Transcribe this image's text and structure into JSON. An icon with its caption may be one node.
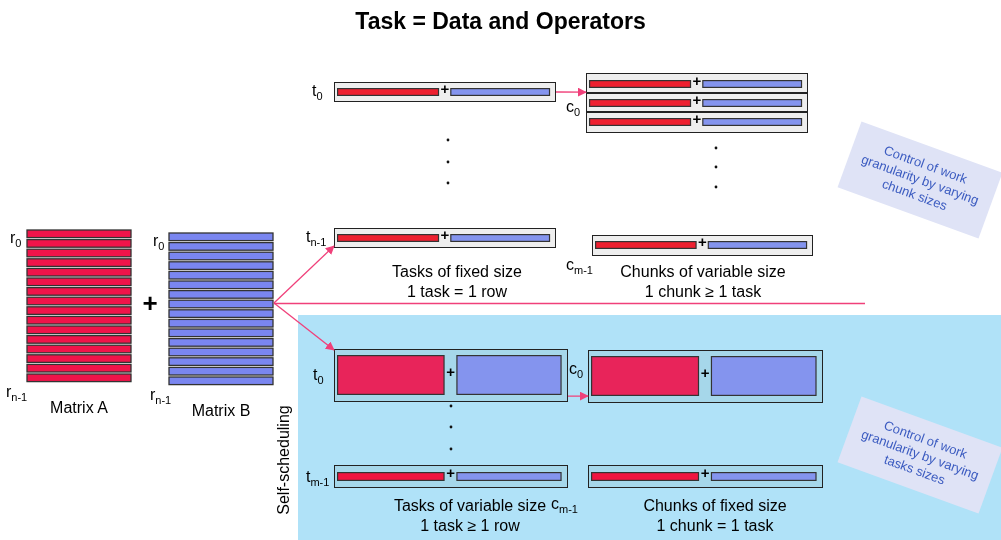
{
  "diagram": {
    "title": "Task = Data and Operators",
    "nodes": [
      {
        "text": [
          "Matrix A"
        ],
        "beside": [
          "r$_{0}$",
          "r$_{n-1}$"
        ]
      },
      {
        "text": [
          "Matrix B"
        ],
        "beside": [
          "r$_{0}$",
          "r$_{n-1}$"
        ]
      },
      {
        "text": [
          "+"
        ],
        "beside": [
          "t$_{0}$"
        ]
      },
      {
        "text": [
          "+"
        ],
        "beside": [
          "t$_{n-1}$",
          "Tasks of fixed size",
          "1 task = 1 row"
        ]
      },
      {
        "text": [
          "+",
          "+",
          "+"
        ],
        "beside": [
          "c$_{0}$"
        ]
      },
      {
        "text": [
          "+"
        ],
        "beside": [
          "c$_{m-1}$",
          "Chunks of variable size",
          "1 chunk ≥ 1 task"
        ]
      },
      {
        "text": [],
        "shape": "box",
        "beside": [
          "Self-scheduling"
        ]
      },
      {
        "text": [
          "+"
        ],
        "in": 6,
        "beside": [
          "t$_{0}$"
        ]
      },
      {
        "text": [
          "+"
        ],
        "in": 6,
        "beside": [
          "t$_{m-1}$",
          "Tasks of variable size",
          "1 task ≥ 1 row"
        ]
      },
      {
        "text": [
          "+"
        ],
        "in": 6,
        "beside": [
          "c$_{0}$"
        ]
      },
      {
        "text": [
          "+"
        ],
        "in": 6,
        "beside": [
          "c$_{m-1}$",
          "Chunks of fixed size",
          "1 chunk = 1 task"
        ]
      },
      {
        "text": [
          "Control of work granularity by varying chunk sizes"
        ]
      },
      {
        "text": [
          "Control of work granularity by varying tasks sizes"
        ],
        "in": 6
      }
    ],
    "edges": [
      {
        "from": 1,
        "to": 3,
        "arrow": "to"
      },
      {
        "from": 1,
        "to": 7,
        "arrow": "to"
      },
      {
        "from": 2,
        "to": 4,
        "arrow": "to"
      },
      {
        "from": 7,
        "to": 9,
        "arrow": "to"
      }
    ],
    "labels": [
      "+"
    ]
  }
}
